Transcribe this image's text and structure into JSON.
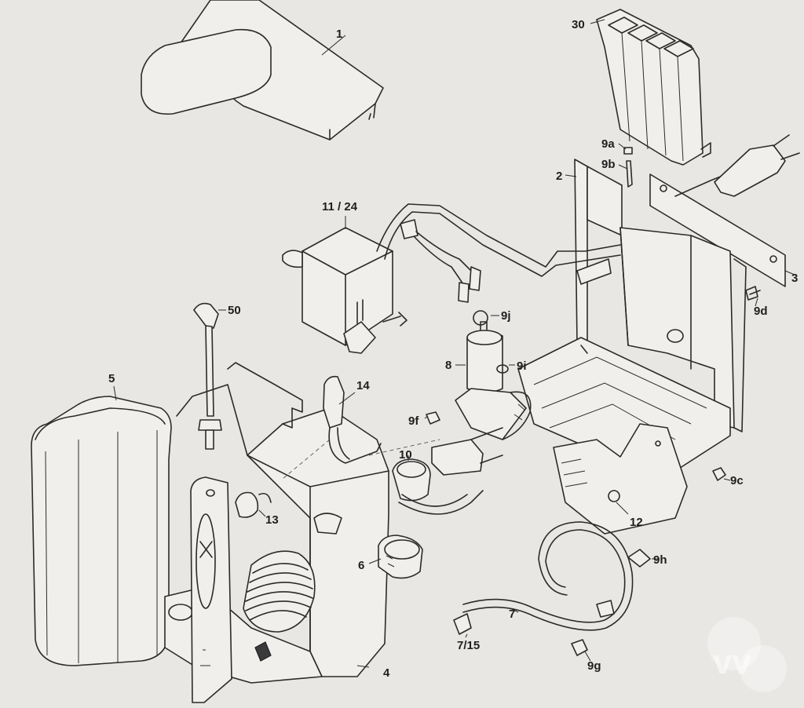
{
  "parts": [
    {
      "id": "p1",
      "text": "1"
    },
    {
      "id": "p30",
      "text": "30"
    },
    {
      "id": "p9a",
      "text": "9a"
    },
    {
      "id": "p9b",
      "text": "9b"
    },
    {
      "id": "p2",
      "text": "2"
    },
    {
      "id": "p11_24",
      "text": "11 / 24"
    },
    {
      "id": "p3",
      "text": "3"
    },
    {
      "id": "p9d",
      "text": "9d"
    },
    {
      "id": "p50",
      "text": "50"
    },
    {
      "id": "p9j",
      "text": "9j"
    },
    {
      "id": "p8",
      "text": "8"
    },
    {
      "id": "p9i",
      "text": "9i"
    },
    {
      "id": "p5",
      "text": "5"
    },
    {
      "id": "p14",
      "text": "14"
    },
    {
      "id": "p9f",
      "text": "9f"
    },
    {
      "id": "p10",
      "text": "10"
    },
    {
      "id": "p9c",
      "text": "9c"
    },
    {
      "id": "p13",
      "text": "13"
    },
    {
      "id": "p12",
      "text": "12"
    },
    {
      "id": "p6",
      "text": "6"
    },
    {
      "id": "p9h",
      "text": "9h"
    },
    {
      "id": "p7",
      "text": "7"
    },
    {
      "id": "p7_15",
      "text": "7/15"
    },
    {
      "id": "p9g",
      "text": "9g"
    },
    {
      "id": "p4",
      "text": "4"
    }
  ],
  "watermark": {
    "text": "vv"
  }
}
